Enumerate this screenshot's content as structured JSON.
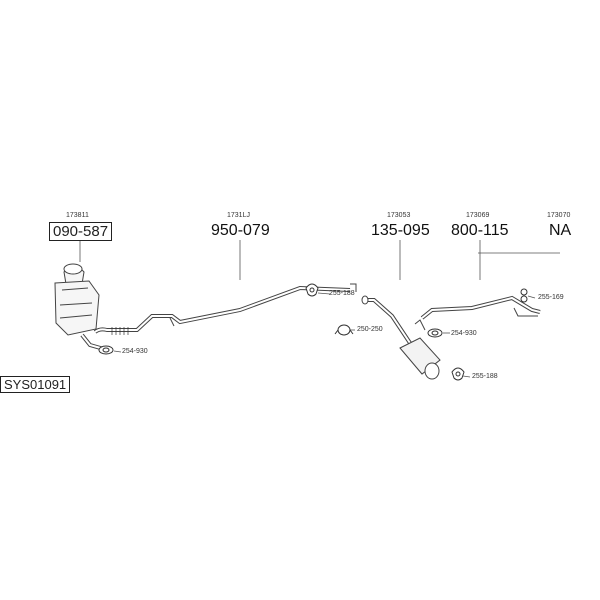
{
  "system_code": "SYS01091",
  "groups": [
    {
      "ref": "173811",
      "part": "090-587",
      "boxed": true
    },
    {
      "ref": "1731LJ",
      "part": "950-079",
      "boxed": false
    },
    {
      "ref": "173053",
      "part": "135-095",
      "boxed": false
    },
    {
      "ref": "173069",
      "part": "800-115",
      "boxed": false
    },
    {
      "ref": "173070",
      "part": "NA",
      "boxed": false
    }
  ],
  "fittings": [
    {
      "label": "255-188",
      "icon": "clamp-icon"
    },
    {
      "label": "255-169",
      "icon": "rubber-mount-icon"
    },
    {
      "label": "254-930",
      "icon": "gasket-icon"
    },
    {
      "label": "250-250",
      "icon": "ring-clamp-icon"
    },
    {
      "label": "254-930",
      "icon": "gasket-icon"
    },
    {
      "label": "255-188",
      "icon": "clamp-icon"
    }
  ]
}
